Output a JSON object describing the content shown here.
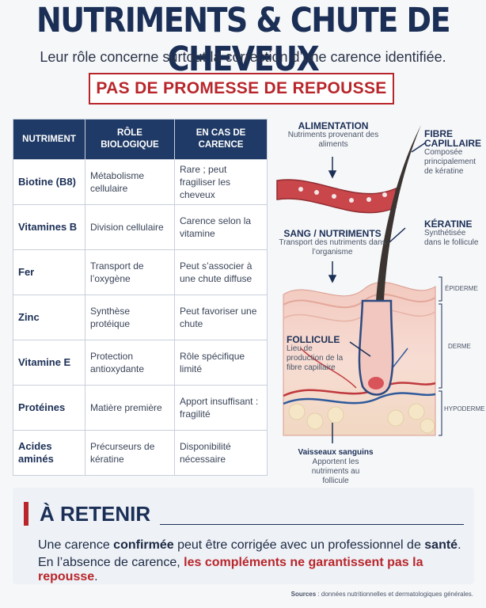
{
  "title": "NUTRIMENTS & CHUTE DE CHEVEUX",
  "subtitle": "Leur rôle concerne surtout la correction d’une carence identifiée.",
  "banner": "PAS DE PROMESSE DE REPOUSSE",
  "table": {
    "headers": [
      "NUTRIMENT",
      "RÔLE BIOLOGIQUE",
      "EN CAS DE CARENCE"
    ],
    "rows": [
      {
        "nutrient": "Biotine (B8)",
        "role": "Métabolisme cellulaire",
        "carence": "Rare ; peut fragiliser les cheveux"
      },
      {
        "nutrient": "Vitamines B",
        "role": "Division cellulaire",
        "carence": "Carence selon la vitamine"
      },
      {
        "nutrient": "Fer",
        "role": "Transport de l’oxygène",
        "carence": "Peut s’associer à une chute diffuse"
      },
      {
        "nutrient": "Zinc",
        "role": "Synthèse protéique",
        "carence": "Peut favoriser une chute"
      },
      {
        "nutrient": "Vitamine E",
        "role": "Protection antioxydante",
        "carence": "Rôle spécifique limité"
      },
      {
        "nutrient": "Protéines",
        "role": "Matière première",
        "carence": "Apport insuffisant : fragilité"
      },
      {
        "nutrient": "Acides aminés",
        "role": "Précurseurs de kératine",
        "carence": "Disponibilité nécessaire"
      }
    ]
  },
  "diagram": {
    "alimentation": {
      "title": "ALIMENTATION",
      "desc": "Nutriments provenant des aliments"
    },
    "sang": {
      "title": "SANG / NUTRIMENTS",
      "desc": "Transport des nutriments dans l’organisme"
    },
    "fibre": {
      "title": "FIBRE CAPILLAIRE",
      "desc": "Composée principalement de kératine"
    },
    "keratine": {
      "title": "KÉRATINE",
      "desc": "Synthétisée dans le follicule"
    },
    "follicule": {
      "title": "FOLLICULE",
      "desc": "Lieu de production de la fibre capillaire"
    },
    "vaisseaux": {
      "title": "Vaisseaux sanguins",
      "desc": "Apportent les nutriments au follicule"
    },
    "layers": {
      "epiderme": "ÉPIDERME",
      "derme": "DERME",
      "hypoderme": "HYPODERME"
    }
  },
  "retenir": {
    "title": "À RETENIR",
    "line1_a": "Une carence ",
    "line1_b": "confirmée",
    "line1_c": " peut être corrigée avec un professionnel de ",
    "line1_d": "santé",
    "line1_e": ".",
    "line2_a": "En l’absence de carence, ",
    "line2_b": "les compléments ne garantissent pas la repousse",
    "line2_c": "."
  },
  "sources": {
    "label": "Sources",
    "text": " : données nutritionnelles et dermatologiques générales."
  },
  "colors": {
    "navy": "#1b2f56",
    "red": "#b8262b",
    "header": "#1f3a66"
  }
}
